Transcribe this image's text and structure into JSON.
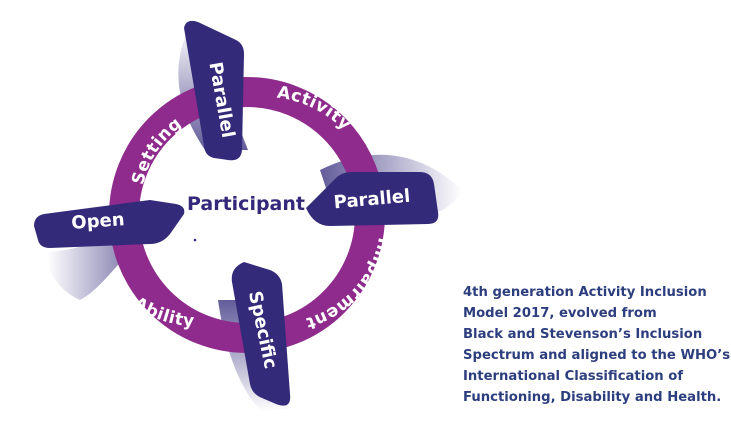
{
  "diagram": {
    "center_label": "Participant",
    "arc_labels": {
      "setting": "Setting",
      "activity": "Activity",
      "impairment": "Impairment",
      "ability": "Ability"
    },
    "blade_labels": {
      "top": "Parallel",
      "right": "Parallel",
      "bottom": "Specific",
      "left": "Open"
    },
    "colors": {
      "ring": "#8e2b8c",
      "blade": "#342a7a",
      "text_on_shape": "#ffffff",
      "center_text": "#34287a"
    }
  },
  "caption": {
    "lines": [
      "4th generation Activity Inclusion",
      "Model 2017, evolved from",
      "Black and Stevenson’s Inclusion",
      "Spectrum and aligned to the WHO’s",
      "International Classification of",
      "Functioning, Disability and Health."
    ]
  }
}
